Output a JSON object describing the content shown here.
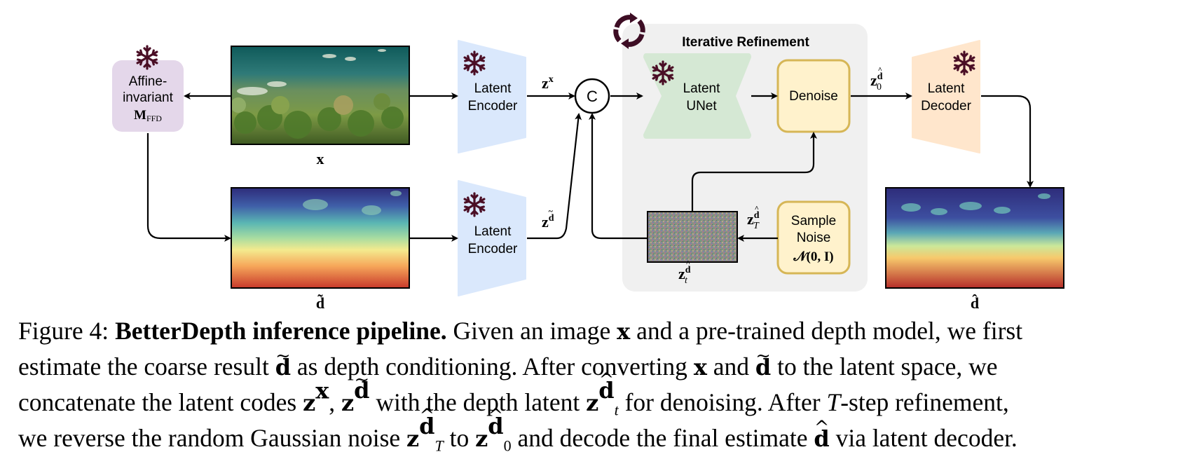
{
  "diagram": {
    "group_title": "Iterative Refinement",
    "ffd_label": [
      "Affine-",
      "invariant"
    ],
    "ffd_symbol": "M",
    "ffd_symbol_sub": "FFD",
    "encoder_label": [
      "Latent",
      "Encoder"
    ],
    "unet_label": [
      "Latent",
      "UNet"
    ],
    "denoise_label": "Denoise",
    "decoder_label": [
      "Latent",
      "Decoder"
    ],
    "sample_noise_label": [
      "Sample",
      "Noise"
    ],
    "noise_dist": "𝒩(0, I)",
    "concat_label": "C",
    "var_x": "x",
    "var_d_tilde": "d̃",
    "var_d_hat": "d̂",
    "var_zx": "zˣ",
    "var_zd_tilde": "z",
    "var_z0": "z",
    "var_zT": "z",
    "var_zt": "z",
    "sub_0": "0",
    "sub_T": "T",
    "sub_t": "t",
    "sup_d": "d",
    "sup_x": "x"
  },
  "colors": {
    "ffd_fill": "#e4d7ea",
    "encoder_fill": "#dae8fc",
    "unet_fill": "#d5e8d4",
    "denoise_fill": "#fff2cc",
    "denoise_stroke": "#d6b656",
    "decoder_fill": "#ffe6cc",
    "group_fill": "#f0f0f0",
    "snowflake": "#4a0e25",
    "cycle_icon": "#3d0d24"
  },
  "caption": {
    "figure_label": "Figure 4:",
    "bold_title": "BetterDepth inference pipeline.",
    "line1_rest": "Given an image",
    "line1_x": "x",
    "line1_end": "and a pre-trained depth model, we first",
    "line2_a": "estimate the coarse result",
    "line2_d": "d",
    "line2_b": "as depth conditioning. After converting",
    "line2_x": "x",
    "line2_and": "and",
    "line2_d2": "d",
    "line2_c": "to the latent space, we",
    "line3_a": "concatenate the latent codes",
    "line3_z1": "z",
    "line3_sup1": "x",
    "line3_z2": "z",
    "line3_sup2": "d",
    "line3_b": "with the depth latent",
    "line3_z3": "z",
    "line3_sup3": "d",
    "line3_sub3": "t",
    "line3_c": "for denoising. After",
    "line3_T": "T",
    "line3_d": "-step refinement,",
    "line4_a": "we reverse the random Gaussian noise",
    "line4_z1": "z",
    "line4_sup1": "d",
    "line4_sub1": "T",
    "line4_to": "to",
    "line4_z2": "z",
    "line4_sup2": "d",
    "line4_sub2": "0",
    "line4_b": "and decode the final estimate",
    "line4_d": "d",
    "line4_c": "via latent decoder."
  }
}
